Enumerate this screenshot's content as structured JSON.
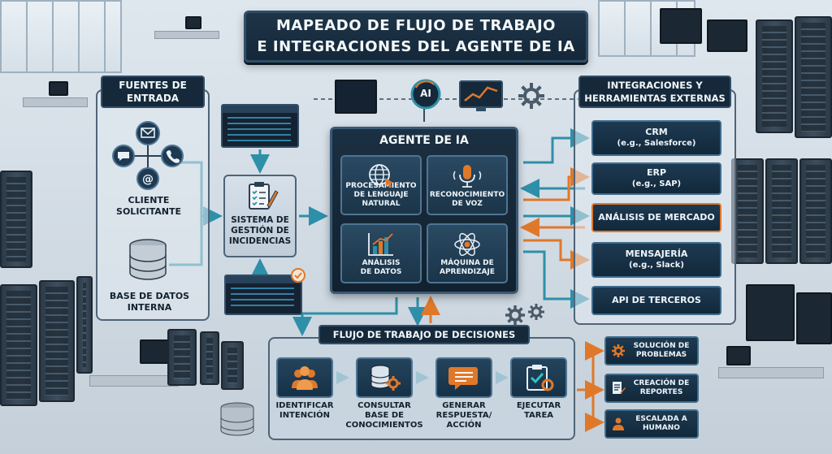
{
  "title": {
    "line1": "MAPEADO DE FLUJO DE TRABAJO",
    "line2": "E INTEGRACIONES DEL AGENTE DE IA"
  },
  "inputs": {
    "header_line1": "FUENTES DE",
    "header_line2": "ENTRADA",
    "client_line1": "CLIENTE",
    "client_line2": "SOLICITANTE",
    "db_line1": "BASE DE DATOS",
    "db_line2": "INTERNA"
  },
  "incident": {
    "line1": "SISTEMA DE",
    "line2": "GESTIÓN DE",
    "line3": "INCIDENCIAS"
  },
  "agent": {
    "title": "AGENTE DE IA",
    "ai_badge": "AI",
    "modules": [
      {
        "line1": "PROCESAMIENTO",
        "line2": "DE LENGUAJE",
        "line3": "NATURAL",
        "icon": "globe-icon"
      },
      {
        "line1": "RECONOCIMIENTO",
        "line2": "DE VOZ",
        "line3": "",
        "icon": "microphone-icon"
      },
      {
        "line1": "ANÁLISIS",
        "line2": "DE DATOS",
        "line3": "",
        "icon": "bar-chart-icon"
      },
      {
        "line1": "MÁQUINA DE",
        "line2": "APRENDIZAJE",
        "line3": "",
        "icon": "atom-icon"
      }
    ]
  },
  "integrations": {
    "header_line1": "INTEGRACIONES Y",
    "header_line2": "HERRAMIENTAS EXTERNAS",
    "items": [
      {
        "line1": "CRM",
        "line2": "(e.g., Salesforce)"
      },
      {
        "line1": "ERP",
        "line2": "(e.g., SAP)"
      },
      {
        "line1": "ANÁLISIS DE MERCADO",
        "line2": ""
      },
      {
        "line1": "MENSAJERÍA",
        "line2": "(e.g., Slack)"
      },
      {
        "line1": "API DE TERCEROS",
        "line2": ""
      }
    ]
  },
  "decision_flow": {
    "header": "FLUJO DE TRABAJO DE DECISIONES",
    "steps": [
      {
        "line1": "IDENTIFICAR",
        "line2": "INTENCIÓN",
        "line3": "",
        "icon": "users-icon"
      },
      {
        "line1": "CONSULTAR",
        "line2": "BASE DE",
        "line3": "CONOCIMIENTOS",
        "icon": "database-gear-icon"
      },
      {
        "line1": "GENERAR",
        "line2": "RESPUESTA/",
        "line3": "ACCIÓN",
        "icon": "chat-bubble-icon"
      },
      {
        "line1": "EJECUTAR",
        "line2": "TAREA",
        "line3": "",
        "icon": "clipboard-check-icon"
      }
    ]
  },
  "outcomes": [
    {
      "line1": "SOLUCIÓN DE",
      "line2": "PROBLEMAS",
      "icon": "gear-icon"
    },
    {
      "line1": "CREACIÓN DE",
      "line2": "REPORTES",
      "icon": "report-icon"
    },
    {
      "line1": "ESCALADA A",
      "line2": "HUMANO",
      "icon": "person-icon"
    }
  ],
  "colors": {
    "navy": "#15293b",
    "teal_arrow": "#2e8fa8",
    "orange_arrow": "#e0782a",
    "panel_border": "#4f6478"
  }
}
